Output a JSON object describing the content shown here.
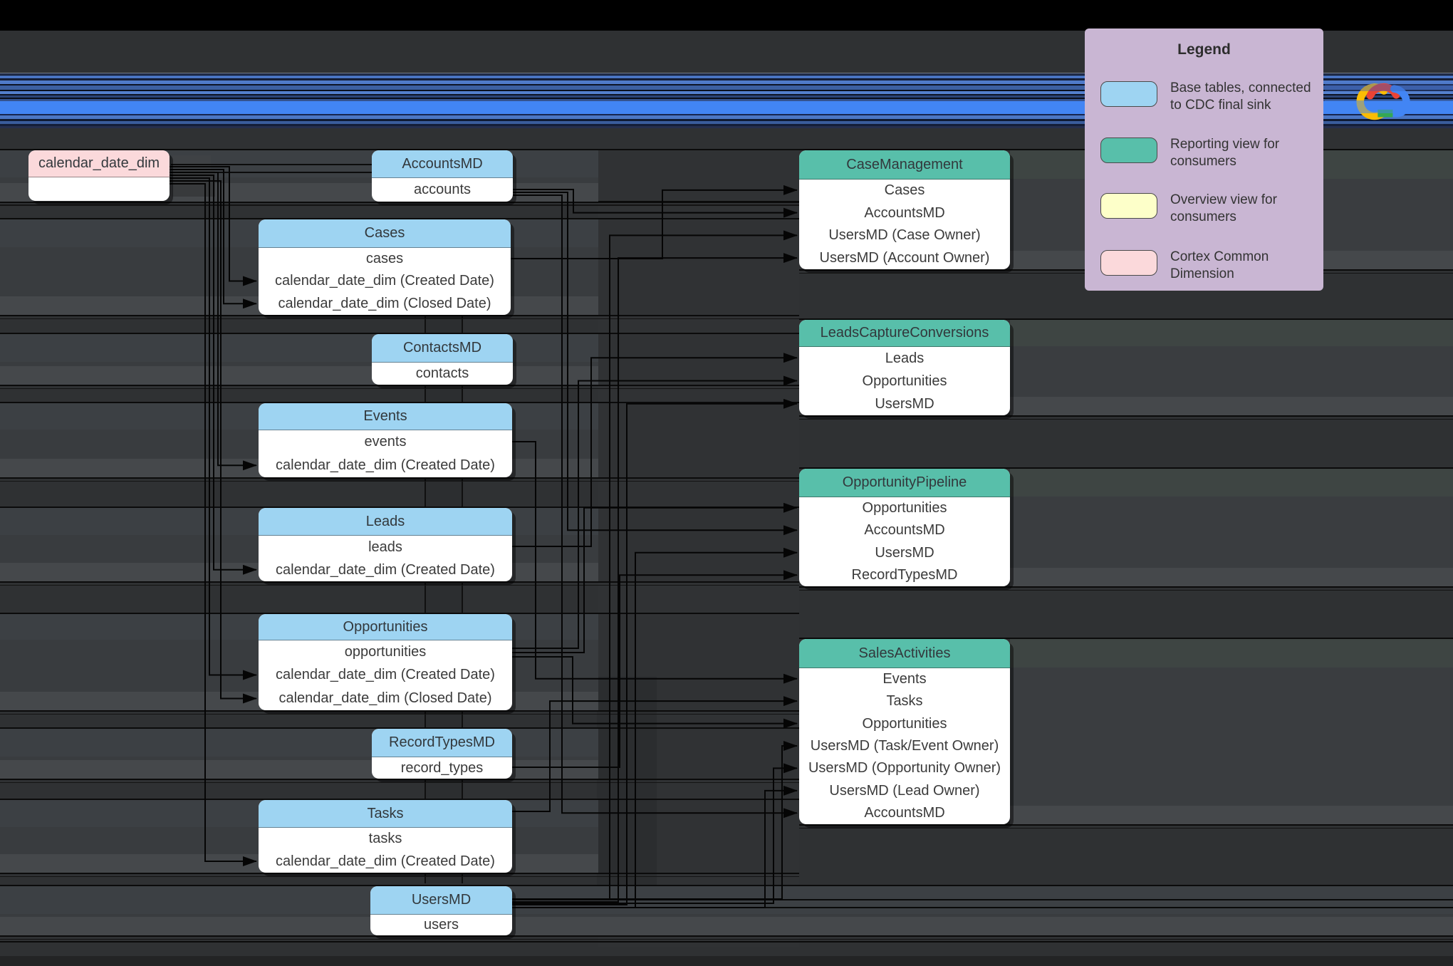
{
  "legend": {
    "title": "Legend",
    "items": [
      {
        "key": "base_table",
        "color": "#9ed4f2",
        "label": "Base tables, connected to CDC final sink"
      },
      {
        "key": "reporting_view",
        "color": "#58bfaa",
        "label": "Reporting view for consumers"
      },
      {
        "key": "overview_view",
        "color": "#fdffc9",
        "label": "Overview view for consumers"
      },
      {
        "key": "common_dimension",
        "color": "#fbd9db",
        "label": "Cortex Common Dimension"
      }
    ]
  },
  "logo": {
    "name": "google-cloud-logo"
  },
  "colors": {
    "base_table": "#9ed4f2",
    "reporting_view": "#58bfaa",
    "overview_view": "#fdffc9",
    "common_dimension": "#fbd9db",
    "legend_bg": "#c9b6d3",
    "accent_blue": "#4285f4"
  },
  "diagram": {
    "common_dimensions": [
      {
        "name": "calendar_date_dim",
        "rows": []
      }
    ],
    "base_tables": [
      {
        "name": "AccountsMD",
        "rows": [
          "accounts"
        ]
      },
      {
        "name": "Cases",
        "rows": [
          "cases",
          "calendar_date_dim (Created Date)",
          "calendar_date_dim (Closed Date)"
        ]
      },
      {
        "name": "ContactsMD",
        "rows": [
          "contacts"
        ]
      },
      {
        "name": "Events",
        "rows": [
          "events",
          "calendar_date_dim (Created Date)"
        ]
      },
      {
        "name": "Leads",
        "rows": [
          "leads",
          "calendar_date_dim (Created Date)"
        ]
      },
      {
        "name": "Opportunities",
        "rows": [
          "opportunities",
          "calendar_date_dim (Created Date)",
          "calendar_date_dim (Closed Date)"
        ]
      },
      {
        "name": "RecordTypesMD",
        "rows": [
          "record_types"
        ]
      },
      {
        "name": "Tasks",
        "rows": [
          "tasks",
          "calendar_date_dim (Created Date)"
        ]
      },
      {
        "name": "UsersMD",
        "rows": [
          "users"
        ]
      }
    ],
    "reporting_views": [
      {
        "name": "CaseManagement",
        "rows": [
          "Cases",
          "AccountsMD",
          "UsersMD (Case Owner)",
          "UsersMD (Account Owner)"
        ]
      },
      {
        "name": "LeadsCaptureConversions",
        "rows": [
          "Leads",
          "Opportunities",
          "UsersMD"
        ]
      },
      {
        "name": "OpportunityPipeline",
        "rows": [
          "Opportunities",
          "AccountsMD",
          "UsersMD",
          "RecordTypesMD"
        ]
      },
      {
        "name": "SalesActivities",
        "rows": [
          "Events",
          "Tasks",
          "Opportunities",
          "UsersMD (Task/Event Owner)",
          "UsersMD (Opportunity Owner)",
          "UsersMD (Lead Owner)",
          "AccountsMD"
        ]
      }
    ],
    "edges": [
      {
        "from": "calendar_date_dim",
        "to": "Cases",
        "row": 1
      },
      {
        "from": "calendar_date_dim",
        "to": "Cases",
        "row": 2
      },
      {
        "from": "calendar_date_dim",
        "to": "Events",
        "row": 1
      },
      {
        "from": "calendar_date_dim",
        "to": "Leads",
        "row": 1
      },
      {
        "from": "calendar_date_dim",
        "to": "Opportunities",
        "row": 1
      },
      {
        "from": "calendar_date_dim",
        "to": "Opportunities",
        "row": 2
      },
      {
        "from": "calendar_date_dim",
        "to": "Tasks",
        "row": 1
      },
      {
        "from": "Cases",
        "to": "CaseManagement",
        "row": 0
      },
      {
        "from": "AccountsMD",
        "to": "CaseManagement",
        "row": 1
      },
      {
        "from": "AccountsMD",
        "to": "OpportunityPipeline",
        "row": 1
      },
      {
        "from": "AccountsMD",
        "to": "SalesActivities",
        "row": 6
      },
      {
        "from": "UsersMD",
        "to": "CaseManagement",
        "row": 2
      },
      {
        "from": "UsersMD",
        "to": "CaseManagement",
        "row": 3
      },
      {
        "from": "UsersMD",
        "to": "LeadsCaptureConversions",
        "row": 2
      },
      {
        "from": "UsersMD",
        "to": "OpportunityPipeline",
        "row": 2
      },
      {
        "from": "UsersMD",
        "to": "SalesActivities",
        "row": 3
      },
      {
        "from": "UsersMD",
        "to": "SalesActivities",
        "row": 4
      },
      {
        "from": "UsersMD",
        "to": "SalesActivities",
        "row": 5
      },
      {
        "from": "Leads",
        "to": "LeadsCaptureConversions",
        "row": 0
      },
      {
        "from": "Opportunities",
        "to": "LeadsCaptureConversions",
        "row": 1
      },
      {
        "from": "Opportunities",
        "to": "OpportunityPipeline",
        "row": 0
      },
      {
        "from": "Opportunities",
        "to": "SalesActivities",
        "row": 2
      },
      {
        "from": "RecordTypesMD",
        "to": "OpportunityPipeline",
        "row": 3
      },
      {
        "from": "Events",
        "to": "SalesActivities",
        "row": 0
      },
      {
        "from": "Tasks",
        "to": "SalesActivities",
        "row": 1
      }
    ]
  }
}
